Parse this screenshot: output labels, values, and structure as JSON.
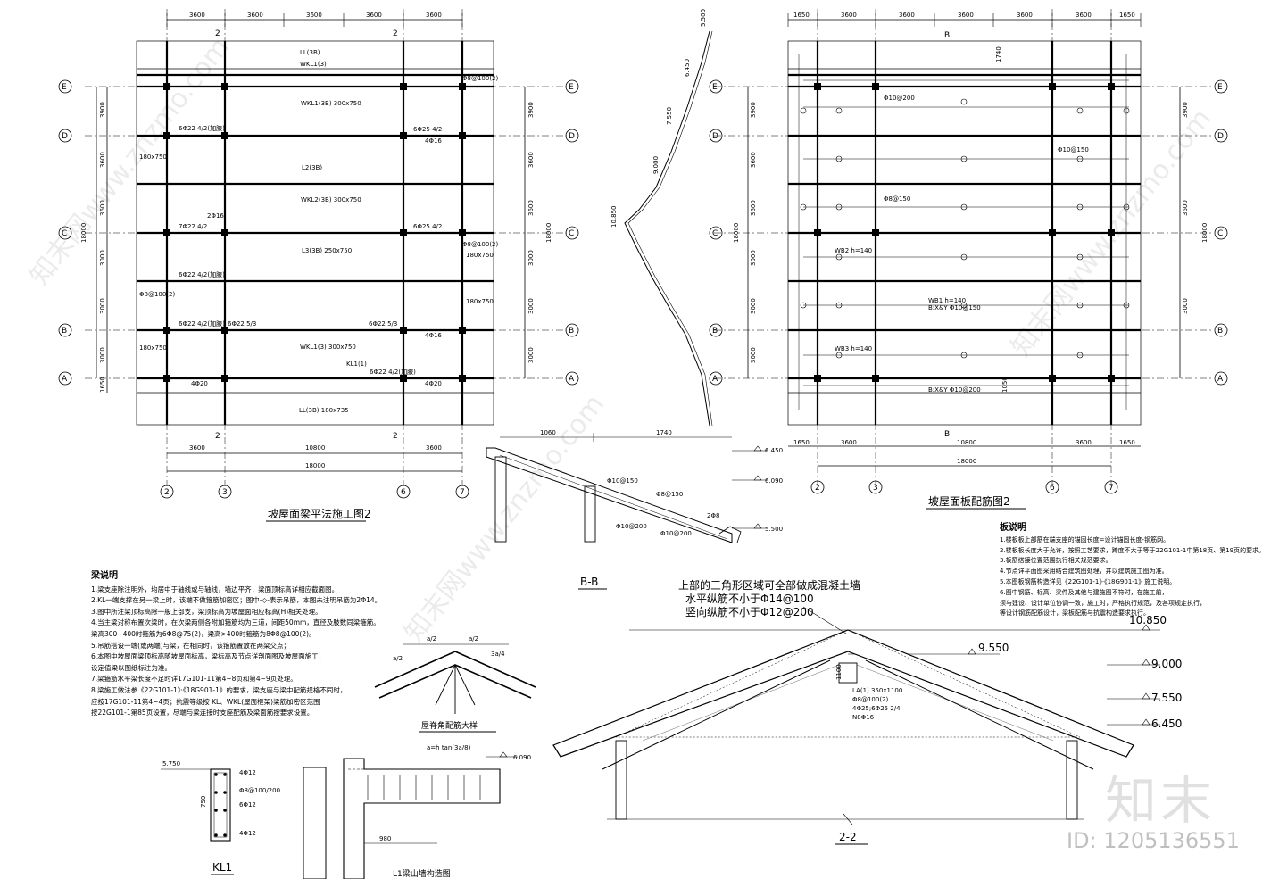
{
  "plan_left": {
    "title": "坡屋面梁平法施工图2",
    "top_dims": [
      "3600",
      "3600",
      "3600",
      "3600",
      "3600"
    ],
    "bottom_dims": [
      "3600",
      "10800",
      "3600"
    ],
    "total_dim": "18000",
    "side_dims": [
      "3900",
      "3600",
      "3600",
      "3000",
      "3000",
      "3000"
    ],
    "side_total": "18000",
    "side_extra": "1650",
    "axes_rows": [
      "E",
      "D",
      "C",
      "B",
      "A"
    ],
    "axes_cols": [
      "2",
      "3",
      "6",
      "7"
    ],
    "section_mark": "2",
    "beam_labels": [
      "WKL1(3)",
      "LL(3B)",
      "WKL1(3B) 300x750",
      "L2(3B)",
      "WKL2(3B) 300x750",
      "L3(3B) 250x750",
      "WKL1(3) 300x750",
      "KL1(1)",
      "LL(3B) 180x735",
      "6Φ22 4/2(加腋)",
      "6Φ25 4/2",
      "4Φ16",
      "7Φ22 4/2",
      "2Φ16",
      "6Φ22 5/3",
      "4Φ20",
      "Φ8@100(2)",
      "180x750"
    ]
  },
  "plan_right": {
    "title": "坡屋面板配筋图2",
    "top_dims": [
      "1650",
      "3600",
      "3600",
      "3600",
      "3600",
      "3600",
      "1650"
    ],
    "bottom_dims": [
      "1650",
      "3600",
      "10800",
      "3600",
      "1650"
    ],
    "total_dim": "18000",
    "side_dims": [
      "3900",
      "3600",
      "3600",
      "3000",
      "3000",
      "3000"
    ],
    "side_total": "18000",
    "section_mark": "B",
    "slab_labels": [
      "WB1 h=140",
      "WB2 h=140",
      "WB3 h=140",
      "Φ10@200",
      "Φ8@150",
      "Φ10@150",
      "B:X&Y Φ10@150",
      "B:X&Y Φ10@200",
      "1740",
      "1050"
    ]
  },
  "profile": {
    "levels": [
      "5.500",
      "6.450",
      "7.550",
      "9.000",
      "10.850"
    ]
  },
  "section_bb": {
    "title": "B-B",
    "dims": [
      "1060",
      "1740"
    ],
    "levels": [
      "6.450",
      "6.090",
      "5.500"
    ],
    "labels": [
      "Φ10@150",
      "Φ8@150",
      "Φ10@200",
      "2Φ8",
      "Φ10@200"
    ]
  },
  "notes_left": {
    "heading": "梁说明",
    "lines": [
      "1.梁支座除注明外，均居中于轴线或与轴线，墙边平齐；梁面顶标高详相应截面图。",
      "2.KL一端支撑在另一梁上时，该端不做箍筋加密区；图中-◇-表示吊筋，本图未注明吊筋为2Φ14。",
      "3.图中所注梁顶标高除一般上部支，梁顶标高为坡屋面相应标高(H)相关处理。",
      "4.当主梁对称布置次梁时，在次梁两侧各附加箍筋均为三道，间距50mm，直径及肢数同梁箍筋。",
      "  梁高300~400时箍筋为6Φ8@75(2)，梁高>400时箍筋为8Φ8@100(2)。",
      "5.吊筋搭设一端(或两端)与梁，在相同时，该箍筋置放在两梁交点；",
      "6.本图中坡屋面梁顶标高随坡屋面标高，梁标高及节点详剖面图及坡屋面施工，",
      "  设定值梁以图纸标注为准。",
      "7.梁箍筋水平梁长度不足时详17G101-11第4~8页和第4~9页处理。",
      "8.梁施工做法参《22G101-1》·《18G901-1》的要求，梁支座与梁中配筋规格不同时，",
      "  应按17G101-11第4~4页；抗震等级按 KL、WKL(屋面框架)梁筋加密区范围",
      "  按22G101-1第85页设置，尽端与梁连接时支座配筋及梁面筋按要求设置。"
    ]
  },
  "notes_right": {
    "heading": "板说明",
    "lines": [
      "1.楼板板上部筋在端支座的锚固长度=设计锚固长度-钢筋网。",
      "2.楼板板长度大于允许，按照工艺要求，跨度不大于等于22G101-1中第18页、第19页的要求。",
      "3.板筋搭接位置范围执行相关规范要求。",
      "4.节点详平面图采用结合建筑图处理，并以建筑施工图为准。",
      "5.本图板钢筋构造详见《22G101-1》·《18G901-1》施工说明。",
      "6.图中钢筋、标高、梁件及其他与建施图不符时，在施工前，",
      "  须与建设、设计单位协调一致，施工时，严格执行规范，及各项规定执行，",
      "  等设计钢筋配筋设计，梁板配筋与抗震构造要求执行。"
    ]
  },
  "detail_corner": {
    "title": "屋脊角配筋大样",
    "dims": [
      "a/2",
      "a/2",
      "3a/4",
      "a/2"
    ],
    "note": "a=h tan(3a/8)"
  },
  "section_22": {
    "title": "2-2",
    "note_line1": "上部的三角形区域可全部做成混凝土墙",
    "note_line2": "水平纵筋不小于Φ14@100",
    "note_line3": "竖向纵筋不小于Φ12@200",
    "levels": [
      "10.850",
      "9.550",
      "9.000",
      "7.550",
      "6.450"
    ],
    "beam_tag": [
      "LA(1) 350x1100",
      "Φ8@100(2)",
      "4Φ25;6Φ25 2/4",
      "N8Φ16"
    ],
    "dim": "1100"
  },
  "kl1": {
    "title": "KL1",
    "level": "5.750",
    "labels": [
      "Φ8@100/200",
      "4Φ12",
      "6Φ12",
      "4Φ12",
      "750"
    ]
  },
  "l1_detail": {
    "title": "L1梁山墙构造图",
    "level": "6.090",
    "dim": "980"
  },
  "watermark": {
    "logo": "知末",
    "id": "ID: 1205136551",
    "diag": "知末网www.znzmo.com"
  }
}
